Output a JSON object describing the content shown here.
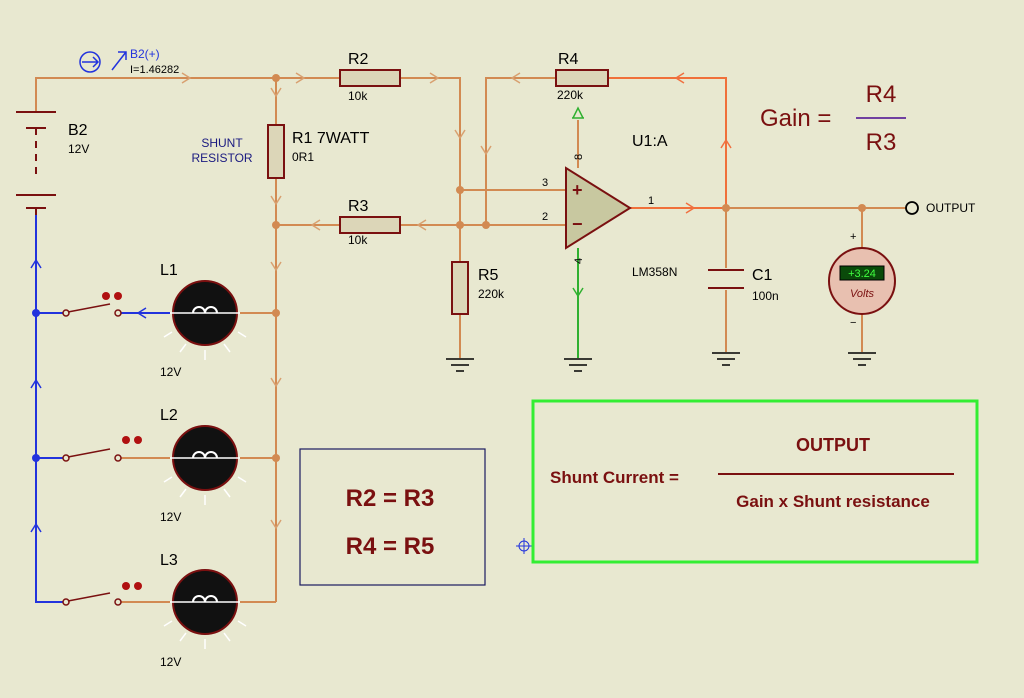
{
  "battery": {
    "name": "B2",
    "value": "12V"
  },
  "ammeter": {
    "label": "B2(+)",
    "reading": "I=1.46282"
  },
  "shunt": {
    "name": "R1 7WATT",
    "value": "0R1",
    "label_line1": "SHUNT",
    "label_line2": "RESISTOR"
  },
  "r2": {
    "name": "R2",
    "value": "10k"
  },
  "r3": {
    "name": "R3",
    "value": "10k"
  },
  "r4": {
    "name": "R4",
    "value": "220k"
  },
  "r5": {
    "name": "R5",
    "value": "220k"
  },
  "opamp": {
    "name": "U1:A",
    "part": "LM358N",
    "pin_noninv": "3",
    "pin_inv": "2",
    "pin_out": "1",
    "pin_vcc": "8",
    "pin_gnd": "4",
    "plus_sign": "+",
    "minus_sign": "−"
  },
  "capacitor": {
    "name": "C1",
    "value": "100n"
  },
  "voltmeter": {
    "reading": "+3.24",
    "unit": "Volts",
    "plus": "+",
    "minus": "−"
  },
  "output_label": "OUTPUT",
  "lamps": [
    {
      "name": "L1",
      "value": "12V"
    },
    {
      "name": "L2",
      "value": "12V"
    },
    {
      "name": "L3",
      "value": "12V"
    }
  ],
  "gain_formula": {
    "lhs": "Gain =",
    "numerator": "R4",
    "denominator": "R3"
  },
  "equality_box": {
    "line1": "R2 = R3",
    "line2": "R4 = R5"
  },
  "current_formula": {
    "lhs": "Shunt Current =",
    "numerator": "OUTPUT",
    "denominator": "Gain x Shunt resistance"
  },
  "colors": {
    "wire": "#d28a52",
    "output_wire": "#f0703a",
    "ground_rail": "#2233dd",
    "power_rail": "#30b030",
    "component": "#7a1010",
    "highlight_box": "#33ee33"
  }
}
